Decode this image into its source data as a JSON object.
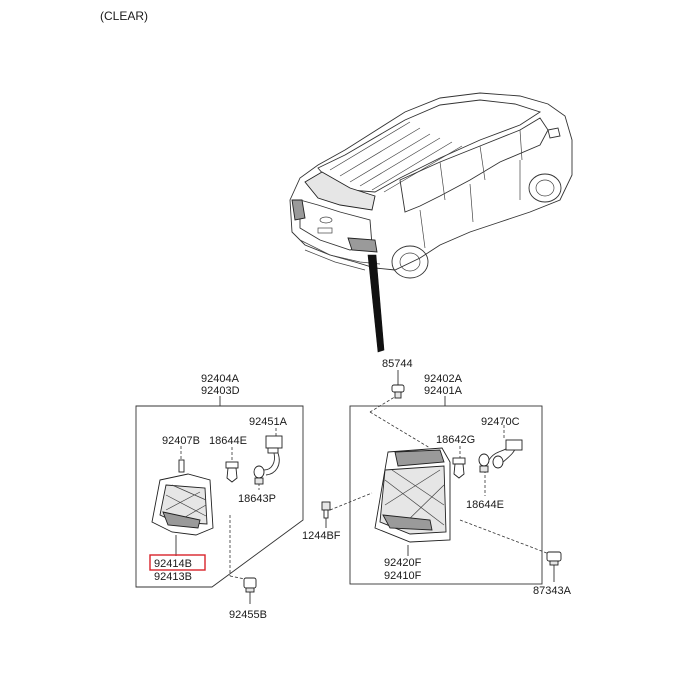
{
  "title": "(CLEAR)",
  "highlight_color": "#d9232a",
  "parts": {
    "p85744": "85744",
    "p92402A": "92402A",
    "p92401A": "92401A",
    "p92404A": "92404A",
    "p92403D": "92403D",
    "p92451A": "92451A",
    "p92407B": "92407B",
    "p18644E_left": "18644E",
    "p18643P": "18643P",
    "p92414B": "92414B",
    "p92413B": "92413B",
    "p92455B": "92455B",
    "p92470C": "92470C",
    "p18642G": "18642G",
    "p18644E_right": "18644E",
    "p1244BF": "1244BF",
    "p92420F": "92420F",
    "p92410F": "92410F",
    "p87343A": "87343A"
  }
}
